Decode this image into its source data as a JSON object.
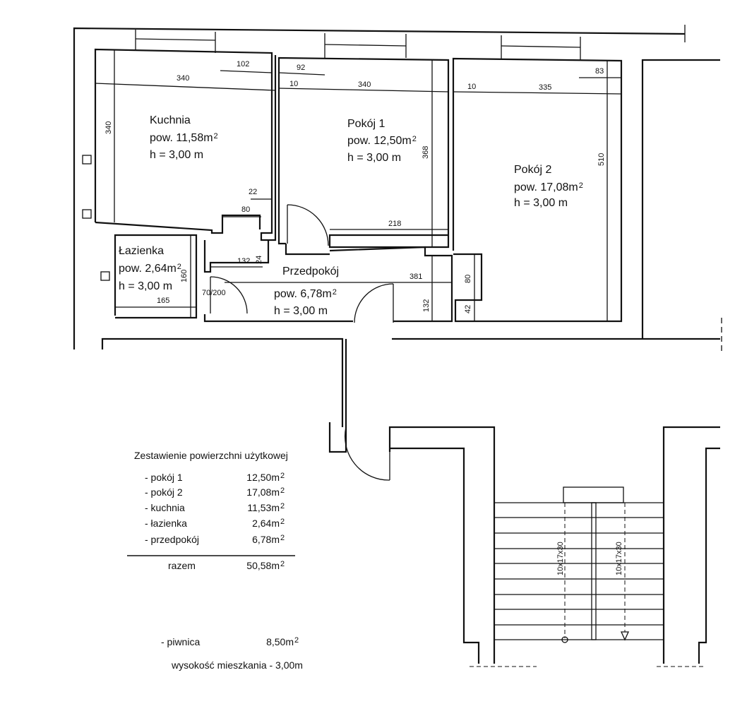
{
  "rooms": {
    "kuchnia": {
      "name": "Kuchnia",
      "area": "pow. 11,58m",
      "height": "h = 3,00 m"
    },
    "pokoj1": {
      "name": "Pokój 1",
      "area": "pow. 12,50m",
      "height": "h = 3,00 m"
    },
    "pokoj2": {
      "name": "Pokój 2",
      "area": "pow. 17,08m",
      "height": "h = 3,00 m"
    },
    "lazienka": {
      "name": "Łazienka",
      "area": "pow. 2,64m",
      "height": "h = 3,00 m"
    },
    "przedpokoj": {
      "name": "Przedpokój",
      "area": "pow. 6,78m",
      "height": "h = 3,00 m"
    },
    "sup": "2"
  },
  "dimensions": {
    "d102": "102",
    "d92": "92",
    "d340a": "340",
    "d10a": "10",
    "d340b": "340",
    "d10b": "10",
    "d335": "335",
    "d83": "83",
    "d340v": "340",
    "d368": "368",
    "d510": "510",
    "d22": "22",
    "d80a": "80",
    "d218": "218",
    "d132a": "132",
    "d24": "24",
    "d381": "381",
    "d160": "160",
    "d165": "165",
    "d132b": "132",
    "d80b": "80",
    "d42": "42"
  },
  "doors": {
    "lazienka": "70/200"
  },
  "stairs": {
    "left": "10x17x30",
    "right": "10x17x30"
  },
  "summary": {
    "title": "Zestawienie powierzchni użytkowej",
    "rows": [
      {
        "label": "- pokój 1",
        "value": "12,50m"
      },
      {
        "label": "- pokój 2",
        "value": "17,08m"
      },
      {
        "label": "- kuchnia",
        "value": "11,53m"
      },
      {
        "label": "- łazienka",
        "value": "2,64m"
      },
      {
        "label": "- przedpokój",
        "value": "6,78m"
      }
    ],
    "total_label": "razem",
    "total_value": "50,58m",
    "cellar_label": "- piwnica",
    "cellar_value": "8,50m",
    "height_note": "wysokość mieszkania - 3,00m"
  }
}
